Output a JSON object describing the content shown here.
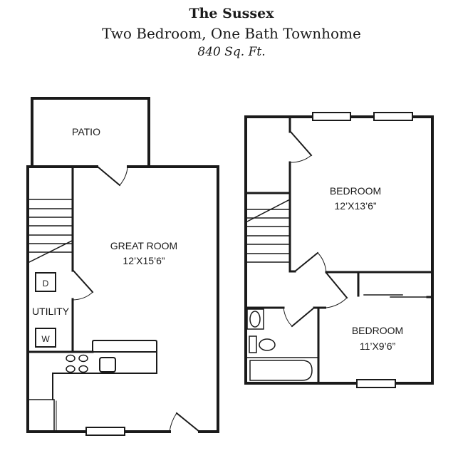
{
  "header": {
    "name": "The Sussex",
    "subtitle": "Two Bedroom, One Bath Townhome",
    "area": "840 Sq. Ft."
  },
  "first_floor": {
    "patio": {
      "label": "PATIO"
    },
    "great_room": {
      "label": "GREAT ROOM",
      "dimensions": "12’X15’6”"
    },
    "utility": {
      "label": "UTILITY",
      "dryer": "D",
      "washer": "W"
    }
  },
  "second_floor": {
    "master_bedroom": {
      "label": "BEDROOM",
      "dimensions": "12’X13’6”"
    },
    "bedroom_2": {
      "label": "BEDROOM",
      "dimensions": "11’X9’6”"
    }
  },
  "colors": {
    "wall": "#1a1a1a",
    "background": "#ffffff"
  }
}
